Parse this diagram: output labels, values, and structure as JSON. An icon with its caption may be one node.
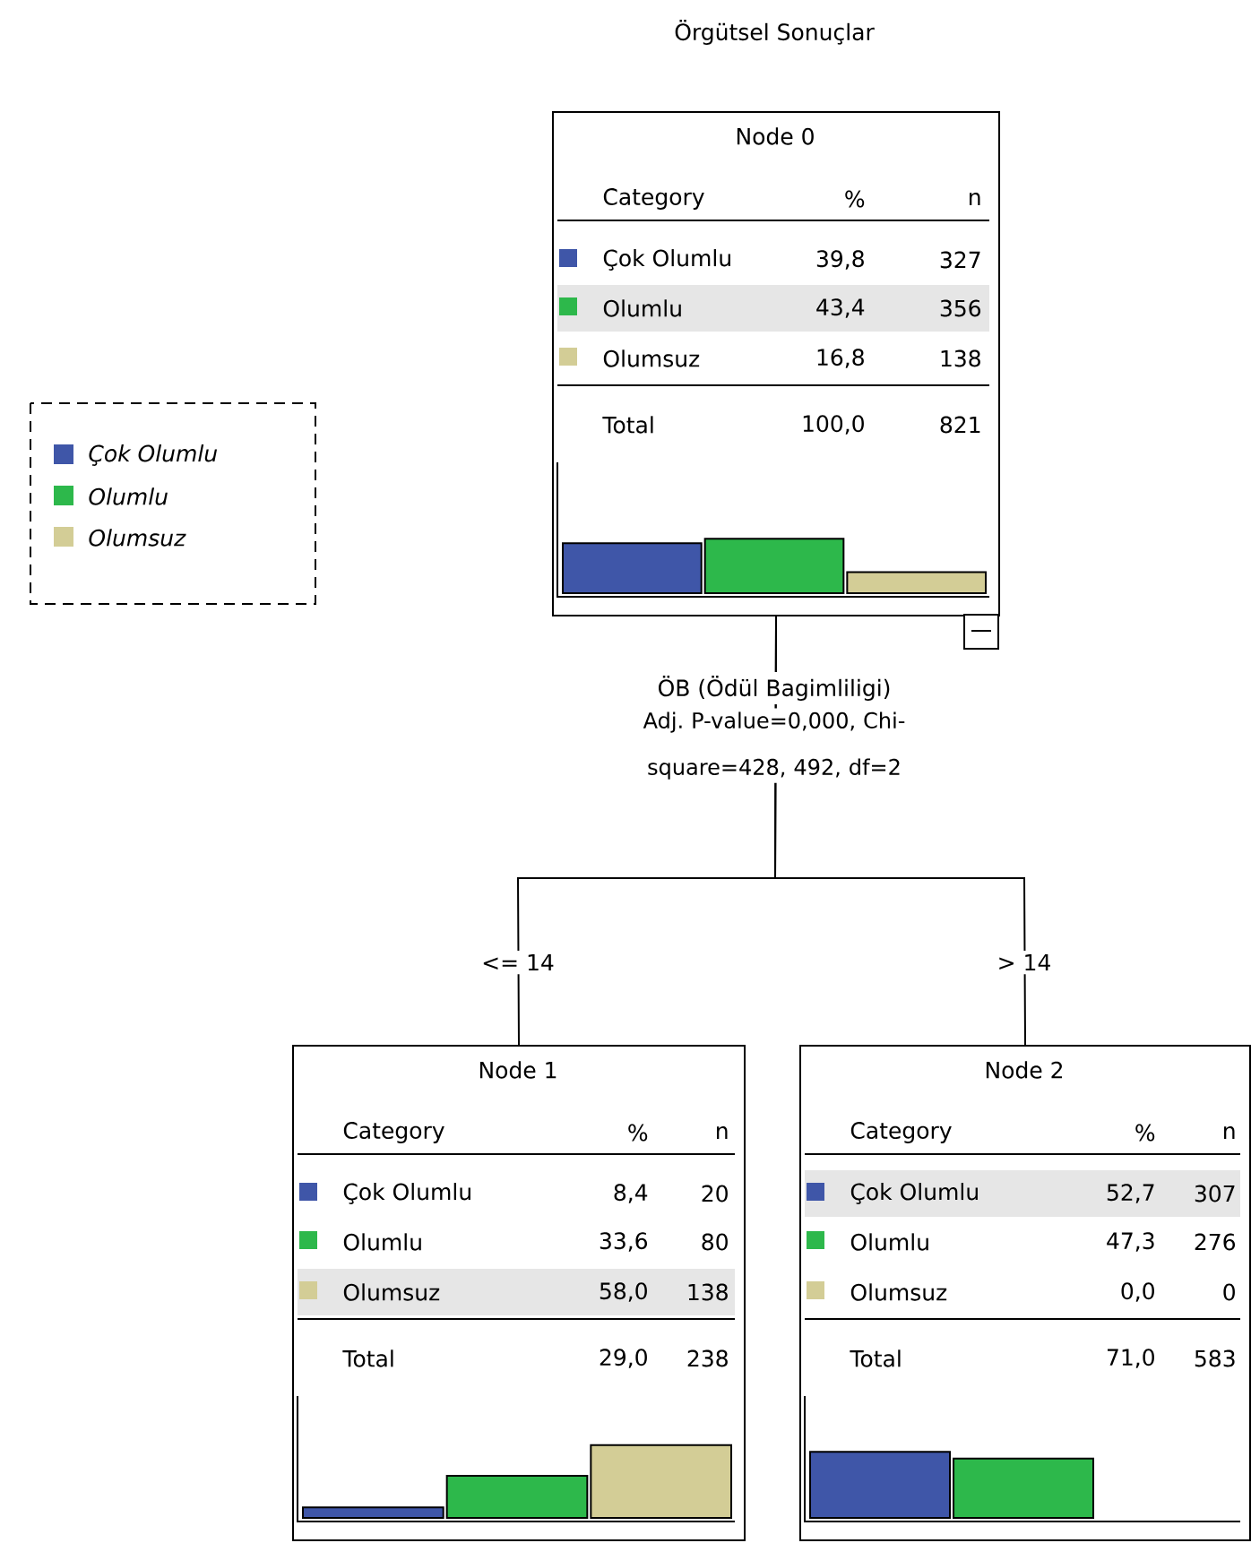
{
  "diagram": {
    "title": "Örgütsel Sonuçlar",
    "nodes": [
      {
        "text": [
          "Node 0",
          "Category",
          "%",
          "n",
          "Çok Olumlu",
          "39,8",
          "327",
          "Olumlu",
          "43,4",
          "356",
          "Olumsuz",
          "16,8",
          "138",
          "Total",
          "100,0",
          "821"
        ]
      },
      {
        "text": [
          "Node 1",
          "Category",
          "%",
          "n",
          "Çok Olumlu",
          "8,4",
          "20",
          "Olumlu",
          "33,6",
          "80",
          "Olumsuz",
          "58,0",
          "138",
          "Total",
          "29,0",
          "238"
        ]
      },
      {
        "text": [
          "Node 2",
          "Category",
          "%",
          "n",
          "Çok Olumlu",
          "52,7",
          "307",
          "Olumlu",
          "47,3",
          "276",
          "Olumsuz",
          "0,0",
          "0",
          "Total",
          "71,0",
          "583"
        ]
      }
    ],
    "edges": [
      {
        "from": 0,
        "to": 1,
        "arrow": "none",
        "label": "<= 14"
      },
      {
        "from": 0,
        "to": 2,
        "arrow": "none",
        "label": "> 14"
      }
    ],
    "labels": [
      "ÖB (Ödül Bagimliligi)",
      "Adj. P-value=0,000, Chi-square=428, 492, df=2"
    ],
    "legend": [
      {
        "text": "Çok Olumlu",
        "color": "#3f56a8"
      },
      {
        "text": "Olumlu",
        "color": "#2db84b"
      },
      {
        "text": "Olumsuz",
        "color": "#d3cd96"
      }
    ]
  }
}
